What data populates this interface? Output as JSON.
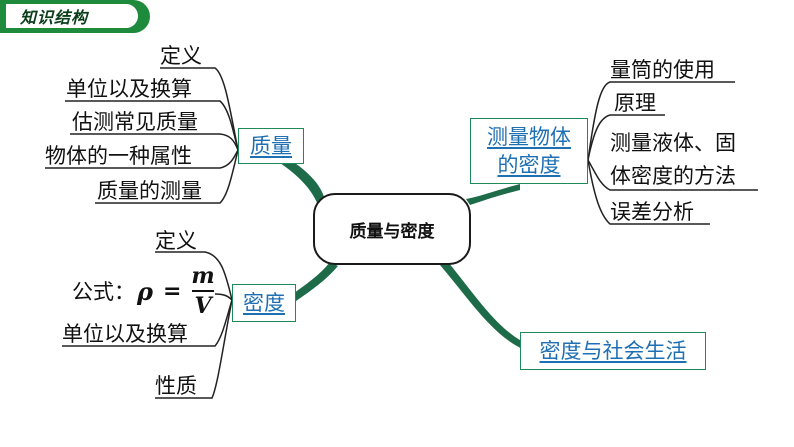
{
  "header": {
    "title": "知识结构"
  },
  "center": {
    "label": "质量与密度"
  },
  "mass": {
    "label": "质量",
    "items": [
      "定义",
      "单位以及换算",
      "估测常见质量",
      "物体的一种属性",
      "质量的测量"
    ]
  },
  "density": {
    "label": "密度",
    "items": [
      "定义",
      "单位以及换算",
      "性质"
    ],
    "formula": {
      "prefix": "公式：",
      "lhs": "ρ",
      "eq": "=",
      "num": "m",
      "den": "V"
    }
  },
  "measure": {
    "label_line1": "测量物体",
    "label_line2": "的密度",
    "items": [
      "量筒的使用",
      "原理"
    ],
    "multi_line1": "测量液体、固",
    "multi_line2": "体密度的方法",
    "last": "误差分析"
  },
  "society": {
    "label": "密度与社会生活"
  },
  "colors": {
    "header_green": "#1e8a3c",
    "link_blue": "#1f6fb3",
    "branch_green": "#1e6b4a",
    "line_gray": "#222222"
  }
}
